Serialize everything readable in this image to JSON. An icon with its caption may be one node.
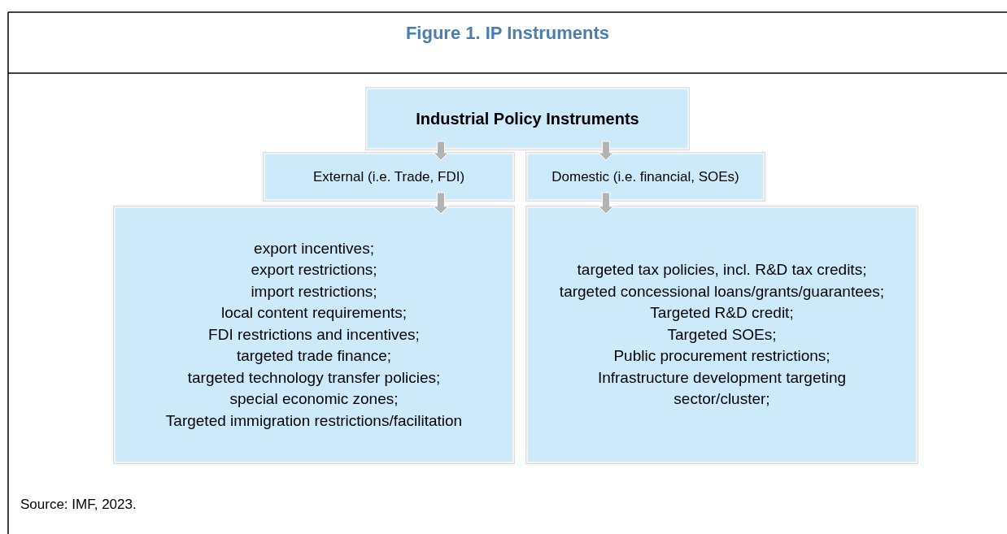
{
  "diagram": {
    "title": "Figure 1. IP Instruments",
    "nodes": [
      {
        "text": [
          "Industrial Policy Instruments"
        ]
      },
      {
        "text": [
          "External (i.e. Trade, FDI)"
        ]
      },
      {
        "text": [
          "Domestic (i.e. financial, SOEs)"
        ]
      },
      {
        "text": [
          "export incentives;",
          "export restrictions;",
          "import restrictions;",
          "local content requirements;",
          "FDI restrictions and incentives;",
          "targeted trade finance;",
          "targeted technology transfer policies;",
          "special economic zones;",
          "Targeted immigration restrictions/facilitation"
        ]
      },
      {
        "text": [
          "targeted tax policies, incl. R&D tax credits;",
          "targeted concessional loans/grants/guarantees;",
          "Targeted R&D credit;",
          "Targeted SOEs;",
          "Public procurement restrictions;",
          "Infrastructure development targeting sector/cluster;"
        ]
      }
    ],
    "edges": [
      {
        "from": 0,
        "to": 1,
        "arrow": "to",
        "style": "thick"
      },
      {
        "from": 0,
        "to": 2,
        "arrow": "to",
        "style": "thick"
      },
      {
        "from": 1,
        "to": 3,
        "arrow": "to",
        "style": "thick"
      },
      {
        "from": 2,
        "to": 4,
        "arrow": "to",
        "style": "thick"
      }
    ],
    "labels": [
      "Source: IMF, 2023."
    ]
  }
}
